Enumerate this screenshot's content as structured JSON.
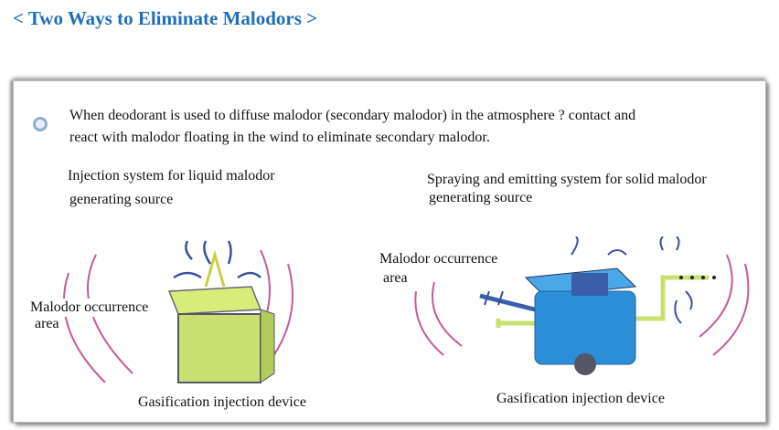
{
  "title": "< Two Ways to Eliminate Malodors >",
  "intro": {
    "line1": "When deodorant is used to diffuse malodor (secondary malodor) in the atmosphere ?   contact and",
    "line2": "react with malodor floating in the wind to eliminate secondary malodor."
  },
  "left": {
    "heading1": "Injection system for liquid malodor",
    "heading2": "generating source",
    "area1": "Malodor occurrence",
    "area2": "area",
    "caption": "Gasification injection device"
  },
  "right": {
    "heading1": "Spraying and emitting system for solid malodor",
    "heading2": "generating source",
    "area1": "Malodor occurrence",
    "area2": "area",
    "caption": "Gasification injection device"
  },
  "colors": {
    "title": "#1f6fb8",
    "arc": "#c8589a",
    "green": "#c8e070",
    "blue": "#2a8fd8",
    "arrow": "#3a4fa0"
  }
}
